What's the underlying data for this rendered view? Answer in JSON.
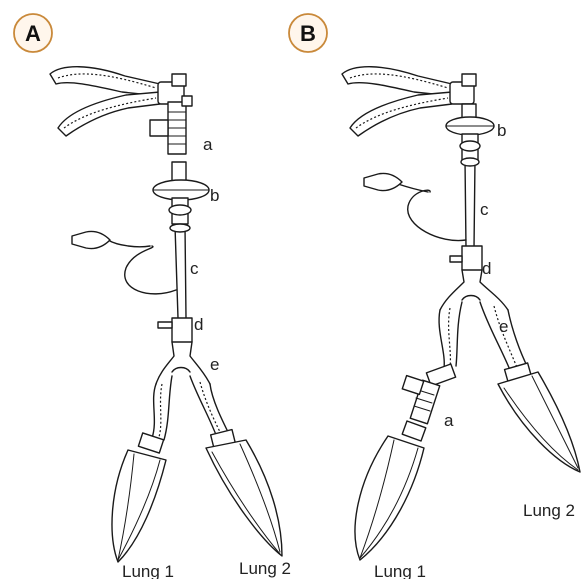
{
  "panels": [
    {
      "letter": "A",
      "labels": {
        "a": "a",
        "b": "b",
        "c": "c",
        "d": "d",
        "e": "e"
      },
      "lungs": [
        "Lung 1",
        "Lung 2"
      ]
    },
    {
      "letter": "B",
      "labels": {
        "a": "a",
        "b": "b",
        "c": "c",
        "d": "d",
        "e": "e"
      },
      "lungs": [
        "Lung 1",
        "Lung 2"
      ]
    }
  ],
  "colors": {
    "ink": "#1a1a1a",
    "badge_ring": "#c9893a",
    "badge_fill": "#fff6ec"
  }
}
